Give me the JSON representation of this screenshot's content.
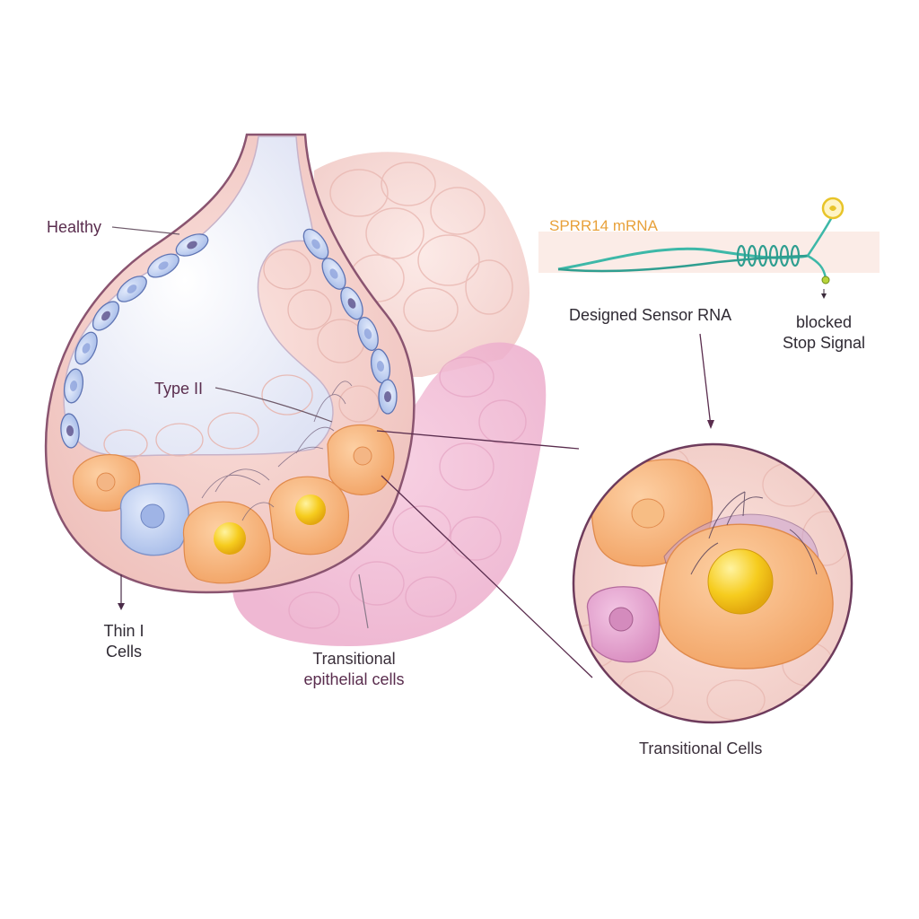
{
  "labels": {
    "healthy": "Healthy",
    "type_ii": "Type II",
    "thin_cells_line1": "Thin I",
    "thin_cells_line2": "Cells",
    "transitional_epithelial_line1": "Transitional",
    "transitional_epithelial_line2": "epithelial cells",
    "sensor_target": "SPRR14 mRNA",
    "designed_sensor": "Designed Sensor RNA",
    "blocked_line1": "blocked",
    "blocked_line2": "Stop Signal",
    "transitional_cells": "Transitional Cells"
  },
  "colors": {
    "outline": "#6e3b5c",
    "tissue_light": "#f6d5d2",
    "tissue_pink": "#f1bcd3",
    "alveolus_lumen": "#e9ecf8",
    "type_i_cell": "#b8c9ee",
    "type_ii_cell": "#f6b27a",
    "nucleus": "#f2c21a",
    "rna_strand": "#3db8a8",
    "signal_yellow": "#e8c428"
  },
  "icons": [
    "pointer-arrow"
  ]
}
